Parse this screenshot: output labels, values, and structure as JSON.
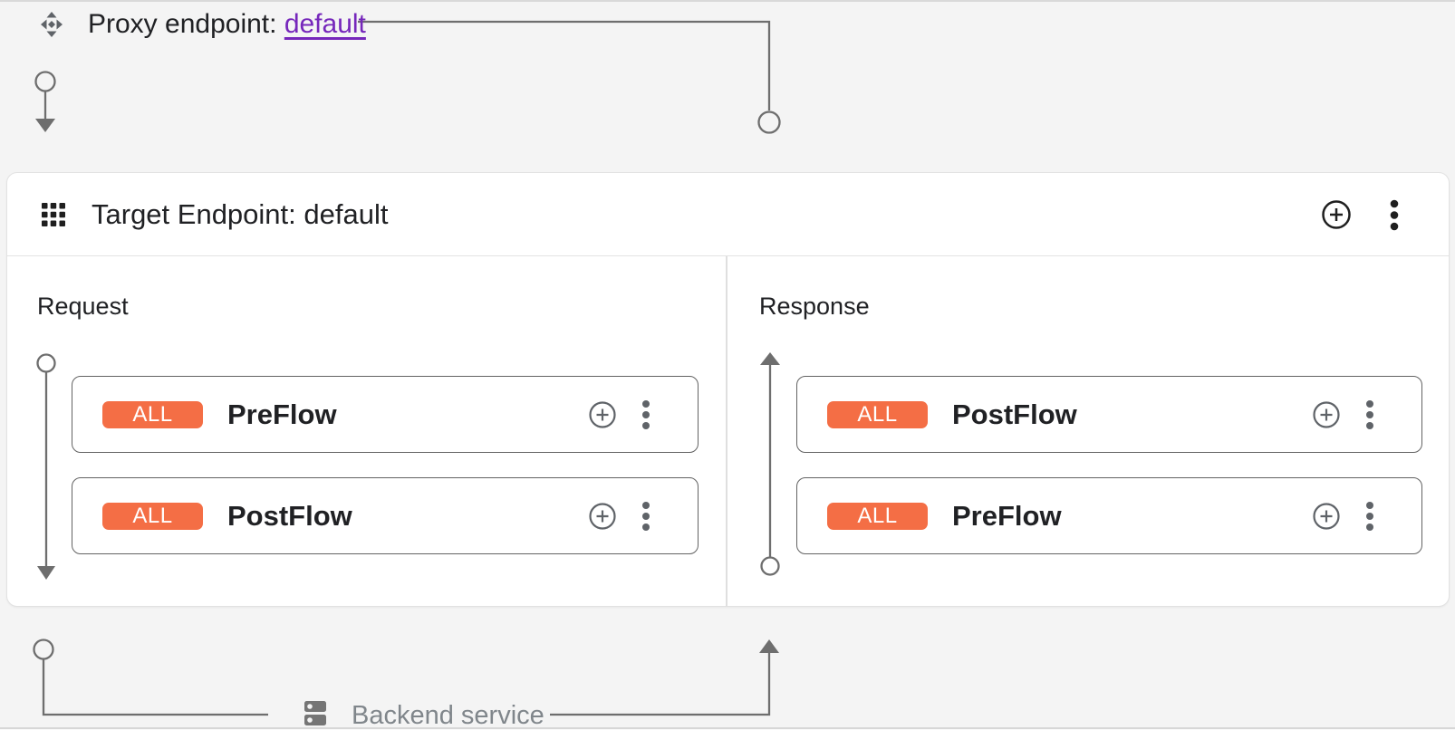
{
  "proxy_endpoint": {
    "label": "Proxy endpoint:",
    "name": "default"
  },
  "target_endpoint": {
    "title": "Target Endpoint: default",
    "request": {
      "label": "Request",
      "flows": [
        {
          "condition": "ALL",
          "name": "PreFlow"
        },
        {
          "condition": "ALL",
          "name": "PostFlow"
        }
      ]
    },
    "response": {
      "label": "Response",
      "flows": [
        {
          "condition": "ALL",
          "name": "PostFlow"
        },
        {
          "condition": "ALL",
          "name": "PreFlow"
        }
      ]
    }
  },
  "backend_service": {
    "label": "Backend service"
  },
  "colors": {
    "flow_badge": "#F46E45",
    "link": "#7627BB",
    "connector": "#6E6E6E",
    "icon_gray": "#5F6368",
    "text_primary": "#202124",
    "text_secondary": "#80868B",
    "canvas_bg": "#F4F4F4"
  }
}
